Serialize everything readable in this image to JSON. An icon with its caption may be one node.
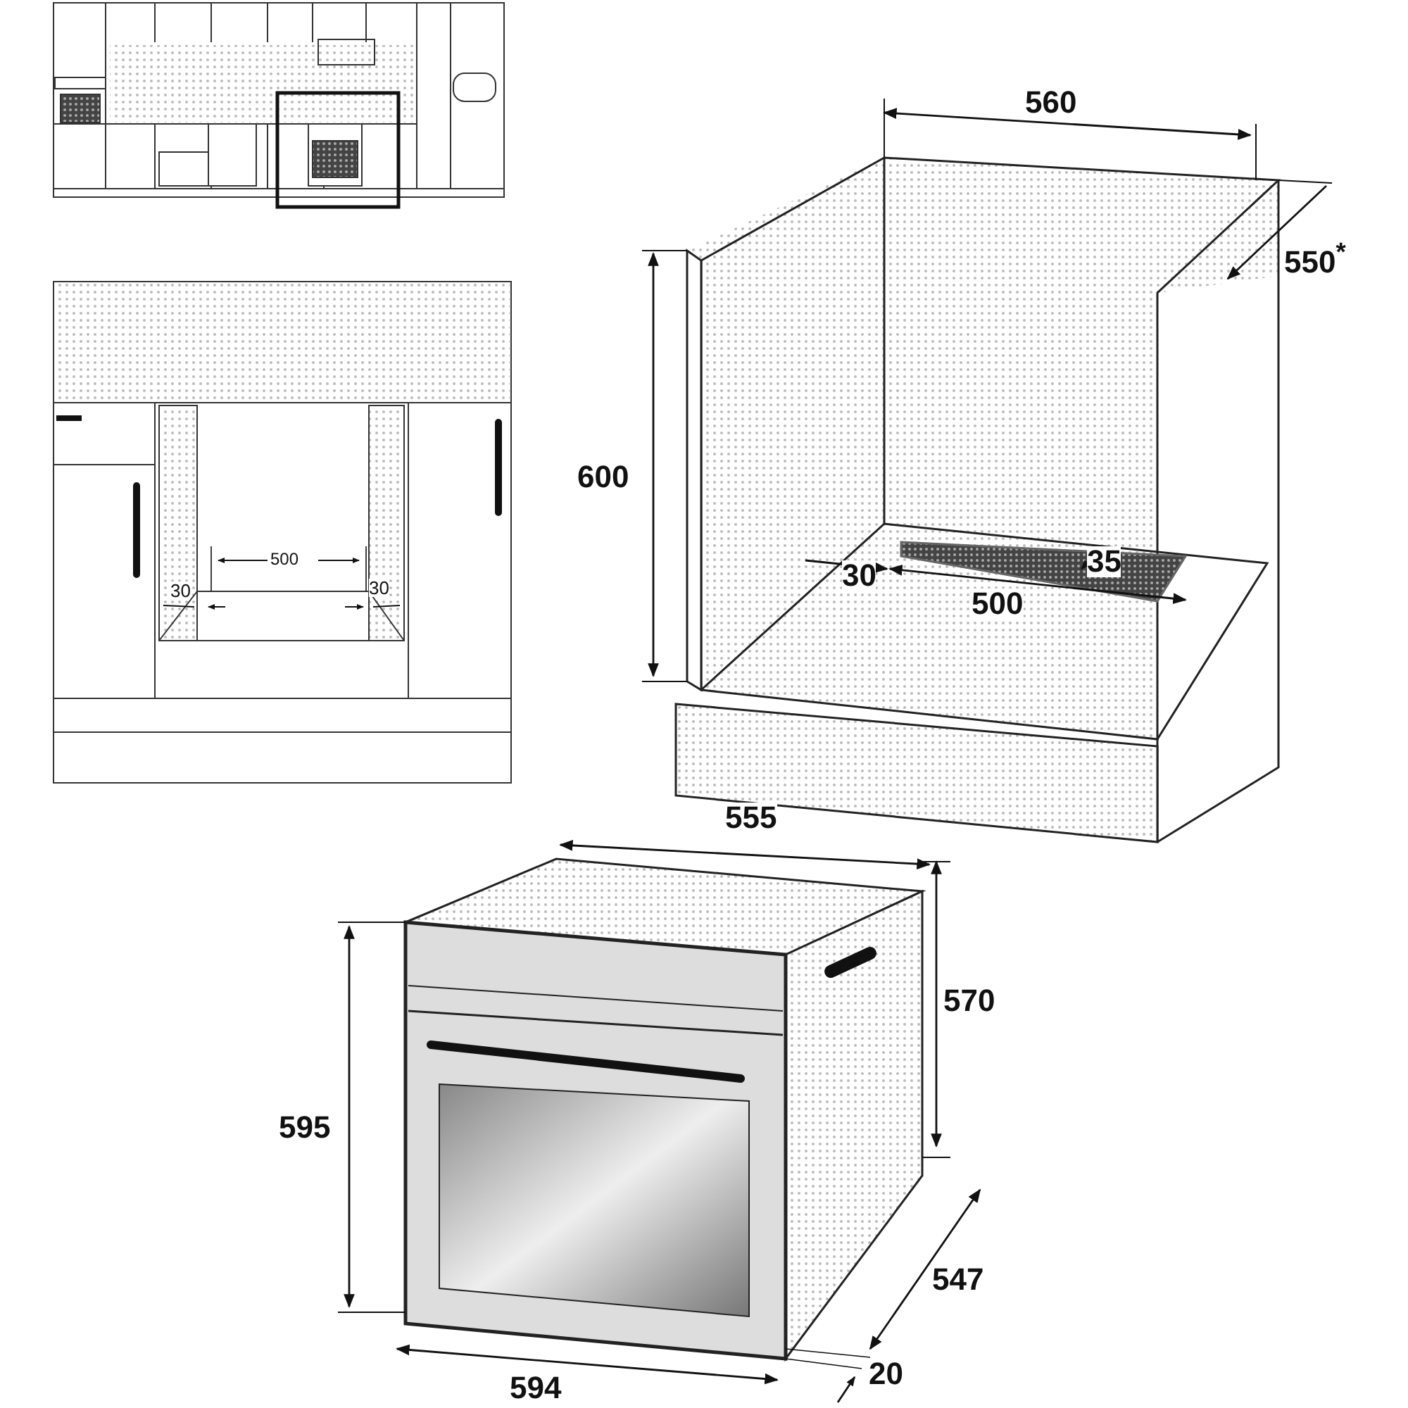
{
  "diagram": {
    "labels": [
      "560",
      "550$^{*}$",
      "600",
      "500",
      "30",
      "30",
      "30",
      "35",
      "500",
      "555",
      "570",
      "595",
      "547",
      "20",
      "594"
    ]
  }
}
